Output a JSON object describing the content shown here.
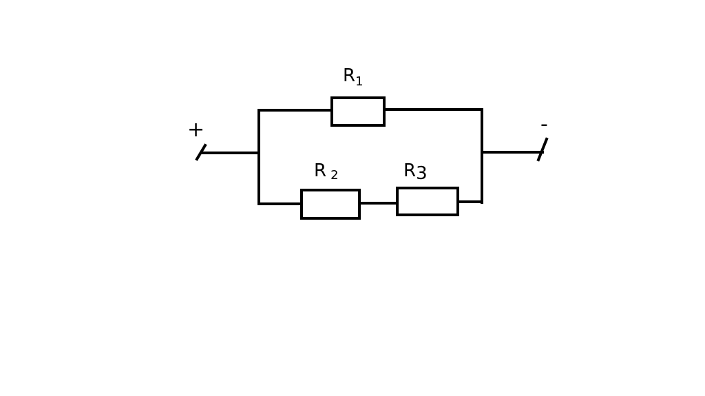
{
  "diagram": {
    "terminals": {
      "positive": "+",
      "negative": "-"
    },
    "resistors": [
      {
        "letter": "R",
        "index": "1"
      },
      {
        "letter": "R",
        "index": "2"
      },
      {
        "letter": "R",
        "index": "3"
      }
    ],
    "colors": {
      "line": "#000000",
      "background": "#ffffff"
    }
  }
}
